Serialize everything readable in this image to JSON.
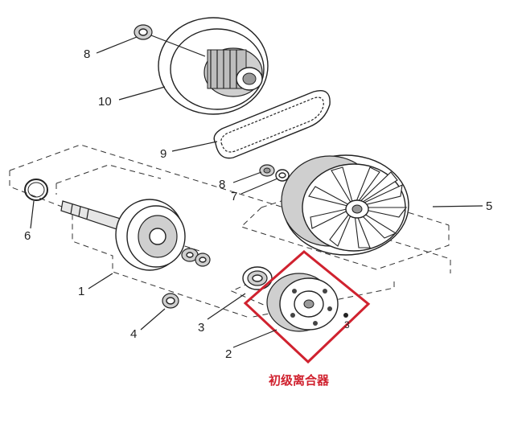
{
  "labels": {
    "p1": "1",
    "p2": "2",
    "p3": "3",
    "p4": "4",
    "p5": "5",
    "p6": "6",
    "p7": "7",
    "p8a": "8",
    "p8b": "8",
    "p9": "9",
    "p10": "10",
    "p3b": "3"
  },
  "caption": "初级离合器",
  "highlight_color": "#d0222f"
}
